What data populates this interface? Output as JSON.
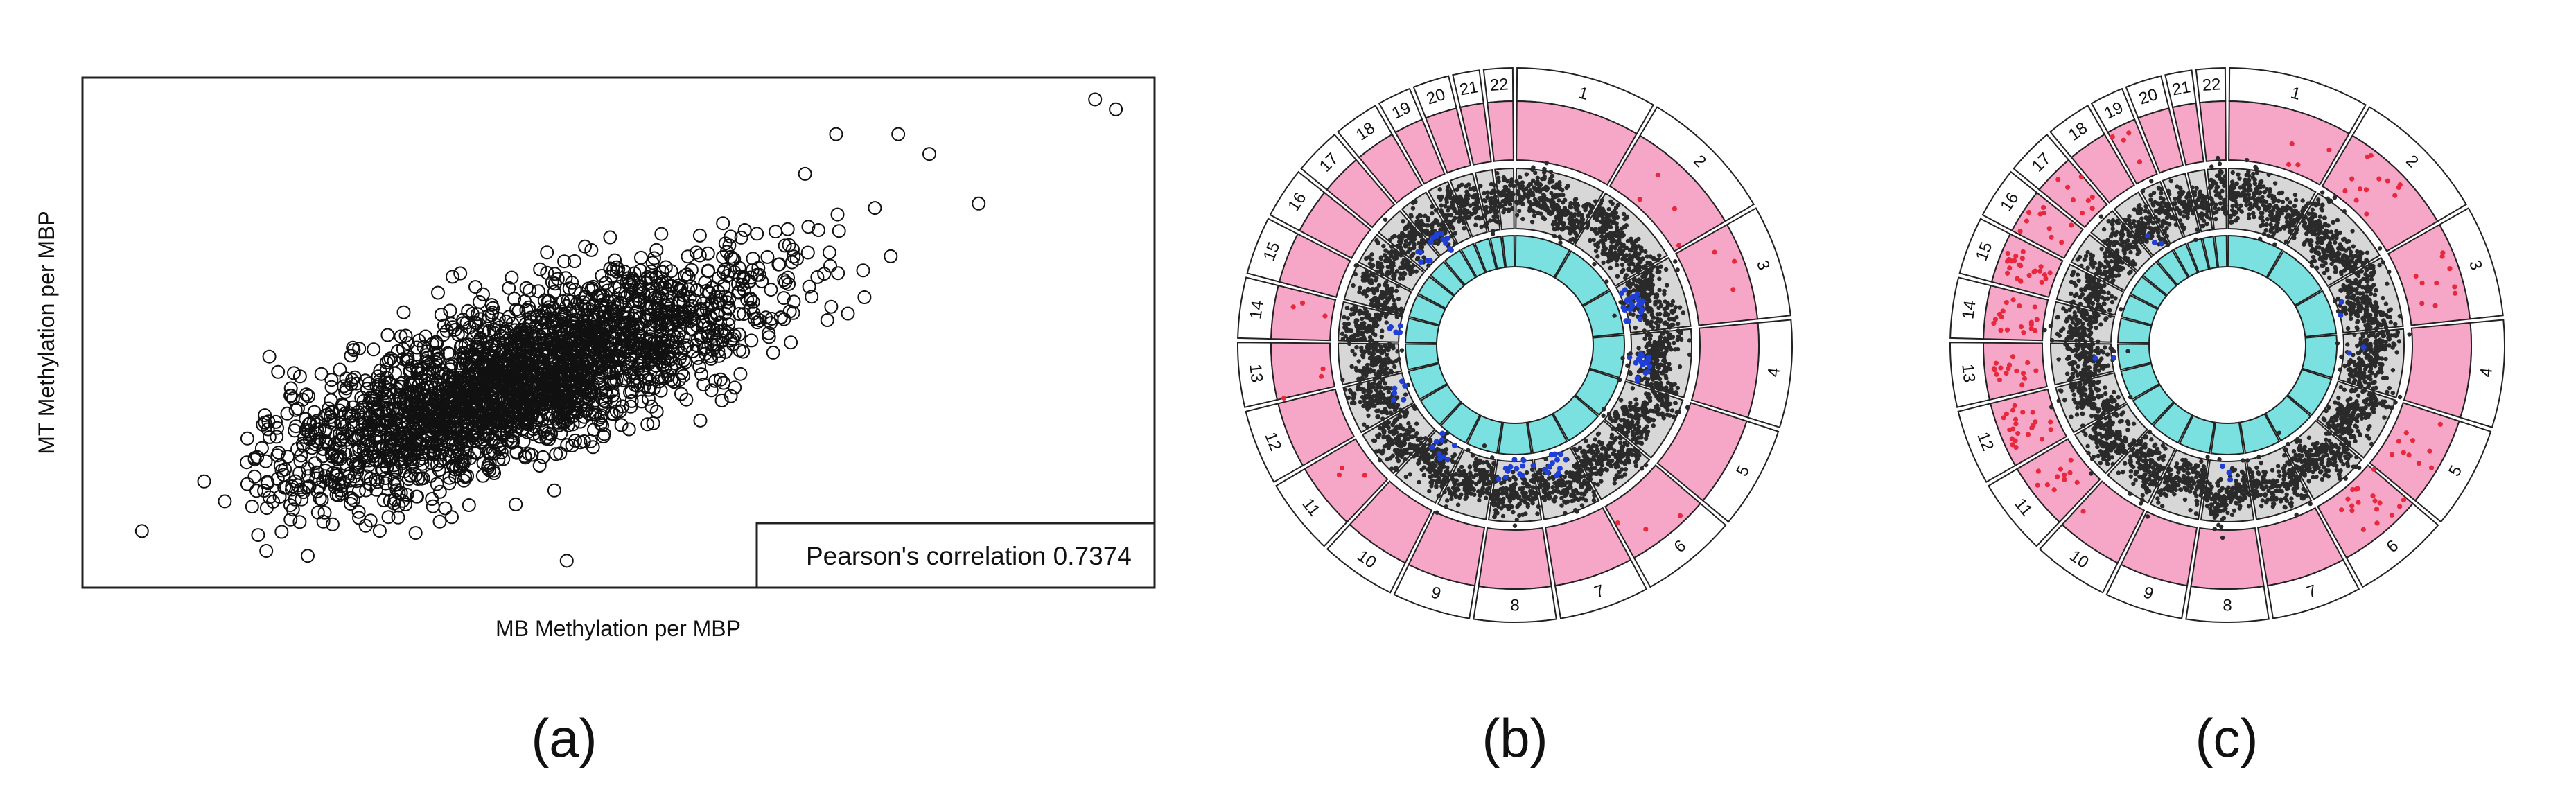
{
  "panels": {
    "a": "(a)",
    "b": "(b)",
    "c": "(c)"
  },
  "colors": {
    "chromosome_track": "#f6a7c8",
    "methylation_track": "#d7d7d7",
    "inner_track": "#7be0e0",
    "points": "#2a2a2a",
    "up_points": "#e8283c",
    "down_points": "#1f3fd6",
    "outline": "#222222"
  },
  "chart_data": [
    {
      "type": "scatter",
      "xlabel": "MB Methylation per MBP",
      "ylabel": "MT Methylation per MBP",
      "xlim": [
        0,
        1
      ],
      "ylim": [
        0,
        1
      ],
      "annotation": "Pearson's correlation 0.7374",
      "pearson_r": 0.7374,
      "n_points_approx": 2600,
      "marker": "open-circle",
      "outliers": [
        {
          "x": 0.04,
          "y": 0.1
        },
        {
          "x": 0.1,
          "y": 0.2
        },
        {
          "x": 0.12,
          "y": 0.16
        },
        {
          "x": 0.16,
          "y": 0.06
        },
        {
          "x": 0.17,
          "y": 0.29
        },
        {
          "x": 0.2,
          "y": 0.05
        },
        {
          "x": 0.45,
          "y": 0.04
        },
        {
          "x": 0.68,
          "y": 0.82
        },
        {
          "x": 0.71,
          "y": 0.9
        },
        {
          "x": 0.77,
          "y": 0.9
        },
        {
          "x": 0.8,
          "y": 0.86
        },
        {
          "x": 0.96,
          "y": 0.97
        },
        {
          "x": 0.98,
          "y": 0.95
        }
      ]
    },
    {
      "type": "circos",
      "chromosomes": [
        "1",
        "2",
        "3",
        "4",
        "5",
        "6",
        "7",
        "8",
        "9",
        "10",
        "11",
        "12",
        "13",
        "14",
        "15",
        "16",
        "17",
        "18",
        "19",
        "20",
        "21",
        "22"
      ],
      "chrom_sizes_mb": [
        249,
        242,
        198,
        190,
        181,
        171,
        159,
        145,
        138,
        134,
        135,
        133,
        114,
        107,
        102,
        90,
        83,
        80,
        59,
        64,
        47,
        51
      ],
      "tracks": [
        "chromosome",
        "methylation_scatter",
        "inner"
      ],
      "highlighted_regions_blue": [
        {
          "chrom": "3",
          "frac": 0.4,
          "n": 22
        },
        {
          "chrom": "4",
          "frac": 0.6,
          "n": 18
        },
        {
          "chrom": "7",
          "frac": 0.5,
          "n": 12
        },
        {
          "chrom": "8",
          "frac": 0.5,
          "n": 12
        },
        {
          "chrom": "10",
          "frac": 0.5,
          "n": 9
        },
        {
          "chrom": "12",
          "frac": 0.5,
          "n": 6
        },
        {
          "chrom": "14",
          "frac": 0.5,
          "n": 6
        },
        {
          "chrom": "17",
          "frac": 0.4,
          "n": 5
        },
        {
          "chrom": "18",
          "frac": 0.5,
          "n": 10
        }
      ],
      "highlighted_points_red": [
        {
          "chrom": "2",
          "frac": 0.3,
          "n": 4
        },
        {
          "chrom": "3",
          "frac": 0.5,
          "n": 3
        },
        {
          "chrom": "6",
          "frac": 0.5,
          "n": 3
        },
        {
          "chrom": "11",
          "frac": 0.5,
          "n": 3
        },
        {
          "chrom": "13",
          "frac": 0.4,
          "n": 3
        },
        {
          "chrom": "14",
          "frac": 0.5,
          "n": 3
        }
      ]
    },
    {
      "type": "circos",
      "chromosomes": [
        "1",
        "2",
        "3",
        "4",
        "5",
        "6",
        "7",
        "8",
        "9",
        "10",
        "11",
        "12",
        "13",
        "14",
        "15",
        "16",
        "17",
        "18",
        "19",
        "20",
        "21",
        "22"
      ],
      "chrom_sizes_mb": [
        249,
        242,
        198,
        190,
        181,
        171,
        159,
        145,
        138,
        134,
        135,
        133,
        114,
        107,
        102,
        90,
        83,
        80,
        59,
        64,
        47,
        51
      ],
      "tracks": [
        "chromosome",
        "methylation_scatter",
        "inner"
      ],
      "highlighted_regions_blue": [
        {
          "chrom": "3",
          "frac": 0.5,
          "n": 2
        },
        {
          "chrom": "4",
          "frac": 0.5,
          "n": 2
        },
        {
          "chrom": "8",
          "frac": 0.5,
          "n": 3
        },
        {
          "chrom": "13",
          "frac": 0.5,
          "n": 2
        },
        {
          "chrom": "18",
          "frac": 0.5,
          "n": 3
        }
      ],
      "highlighted_points_red": [
        {
          "chrom": "1",
          "frac": 0.8,
          "n": 3
        },
        {
          "chrom": "2",
          "frac": 0.3,
          "n": 14
        },
        {
          "chrom": "3",
          "frac": 0.5,
          "n": 10
        },
        {
          "chrom": "5",
          "frac": 0.6,
          "n": 10
        },
        {
          "chrom": "6",
          "frac": 0.4,
          "n": 18
        },
        {
          "chrom": "11",
          "frac": 0.5,
          "n": 12
        },
        {
          "chrom": "12",
          "frac": 0.5,
          "n": 22
        },
        {
          "chrom": "13",
          "frac": 0.5,
          "n": 16
        },
        {
          "chrom": "14",
          "frac": 0.5,
          "n": 18
        },
        {
          "chrom": "15",
          "frac": 0.5,
          "n": 24
        },
        {
          "chrom": "16",
          "frac": 0.5,
          "n": 10
        },
        {
          "chrom": "17",
          "frac": 0.5,
          "n": 8
        },
        {
          "chrom": "19",
          "frac": 0.5,
          "n": 4
        }
      ]
    }
  ]
}
